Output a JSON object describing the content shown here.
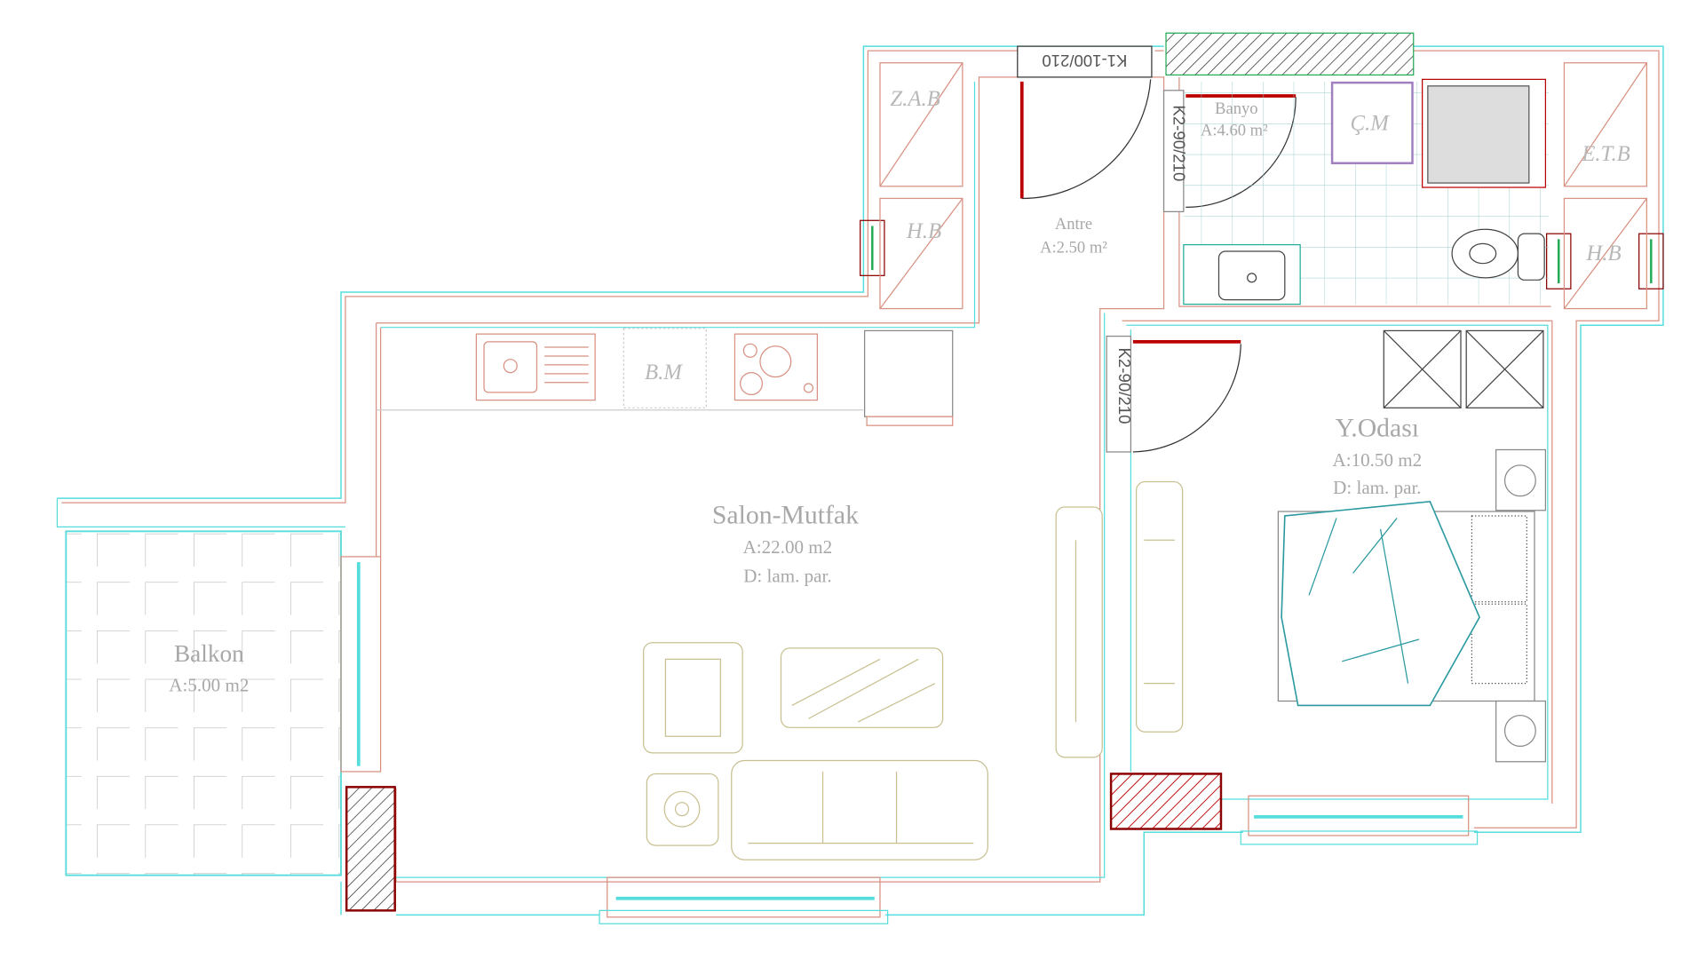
{
  "rooms": {
    "salon": {
      "name": "Salon-Mutfak",
      "area": "A:22.00 m2",
      "floor": "D: lam. par."
    },
    "bedroom": {
      "name": "Y.Odası",
      "area": "A:10.50 m2",
      "floor": "D: lam. par."
    },
    "balcony": {
      "name": "Balkon",
      "area": "A:5.00 m2"
    },
    "bath": {
      "name": "Banyo",
      "area": "A:4.60 m²"
    },
    "entry": {
      "name": "Antre",
      "area": "A:2.50 m²"
    }
  },
  "doors": {
    "entrance": "K1-100/210",
    "bath": "K2-90/210",
    "bedroom": "K2-90/210"
  },
  "fixtures": {
    "zab": "Z.A.B",
    "hb_left": "H.B",
    "etb": "E.T.B",
    "hb_right": "H.B",
    "cm": "Ç.M",
    "bm": "B.M"
  },
  "colors": {
    "wall_outer": "#55dddd",
    "wall_inner": "#d89080",
    "furniture": "#c8c090",
    "bed": "#2a9aa0",
    "hatch": "#8b0000"
  }
}
